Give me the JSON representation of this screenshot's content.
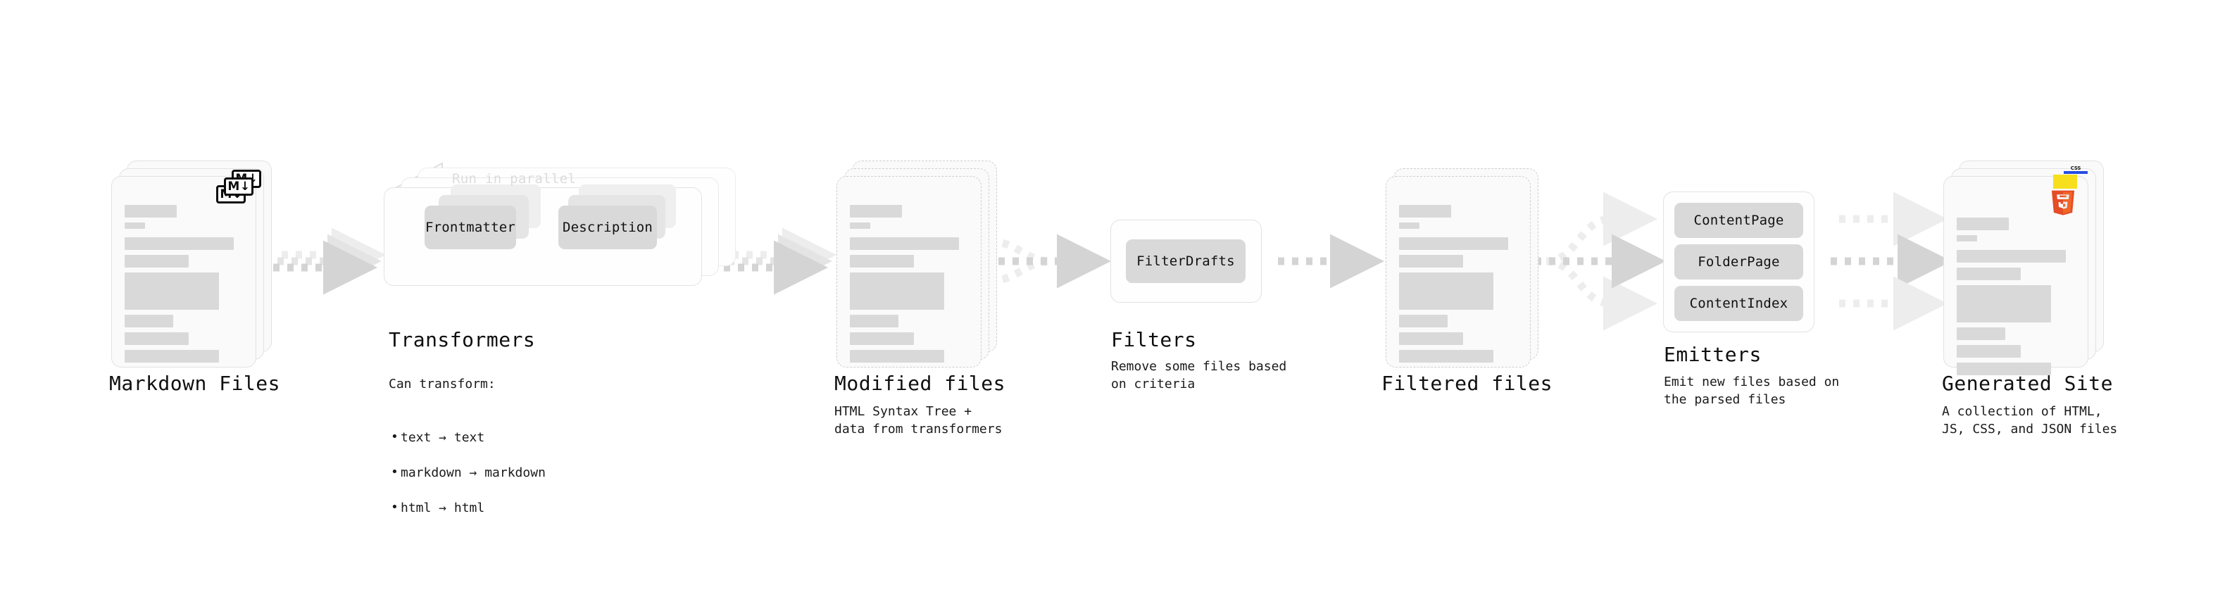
{
  "diagram": {
    "title_hidden": "",
    "accent_colors": {
      "skeleton_bar": "#d9d9d9",
      "card_bg": "#fafafa",
      "card_border": "#e2e2e2",
      "dashed_border": "#cfcfcf",
      "chip_bg": "#d9d9d9",
      "arrow": "#d4d4d4",
      "arrow_faint": "#ededed",
      "text": "#0f0f0f",
      "annotation_text": "#dcdcdc",
      "html5_orange": "#e44d26",
      "html5_orange_light": "#f16529",
      "css_blue": "#264de4",
      "js_yellow": "#f7df1e"
    }
  },
  "stages": {
    "markdown_files": {
      "title": "Markdown Files",
      "subtitle": "",
      "badge_icon": "markdown-icon",
      "badge_text": "M",
      "stack_count": 3
    },
    "transformers": {
      "title": "Transformers",
      "annotation": "Run in parallel",
      "subtitle_lead": "Can transform:",
      "bullets": [
        "text → text",
        "markdown → markdown",
        "html → html"
      ],
      "chips": [
        "Frontmatter",
        "Description"
      ],
      "stack_count": 3
    },
    "modified_files": {
      "title": "Modified files",
      "subtitle": "HTML Syntax Tree +\ndata from transformers",
      "stack_count": 3
    },
    "filters": {
      "title": "Filters",
      "subtitle": "Remove some files based\non criteria",
      "chips": [
        "FilterDrafts"
      ]
    },
    "filtered_files": {
      "title": "Filtered files",
      "subtitle": "",
      "stack_count": 2
    },
    "emitters": {
      "title": "Emitters",
      "subtitle": "Emit new files based on\nthe parsed files",
      "chips": [
        "ContentPage",
        "FolderPage",
        "ContentIndex"
      ]
    },
    "generated_site": {
      "title": "Generated Site",
      "subtitle": "A collection of HTML,\nJS, CSS, and JSON files",
      "badge_icons": [
        "css3-icon",
        "javascript-icon",
        "html5-icon"
      ],
      "html5_label": "HTML",
      "html5_number": "5",
      "css_label": "CSS",
      "stack_count": 3
    }
  },
  "connectors": [
    {
      "name": "markdown-to-transformers",
      "style": "dashed-triple"
    },
    {
      "name": "transformers-to-modified",
      "style": "dashed-triple"
    },
    {
      "name": "modified-to-filters",
      "style": "dashed-merge"
    },
    {
      "name": "filters-to-filtered",
      "style": "dashed-single"
    },
    {
      "name": "filtered-to-emitters",
      "style": "dashed-fanout"
    },
    {
      "name": "emitters-to-site",
      "style": "dashed-triple-parallel"
    }
  ]
}
